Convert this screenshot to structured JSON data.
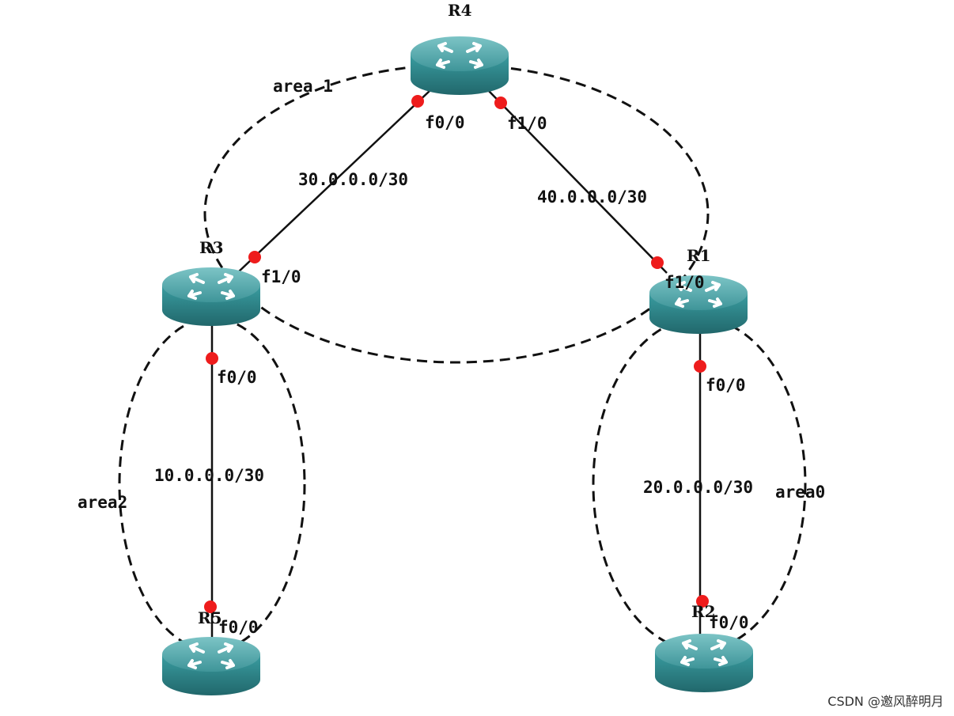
{
  "routers": {
    "r1": {
      "name": "R1"
    },
    "r2": {
      "name": "R2"
    },
    "r3": {
      "name": "R3"
    },
    "r4": {
      "name": "R4"
    },
    "r5": {
      "name": "R5"
    }
  },
  "links": {
    "r4_r3": {
      "subnet": "30.0.0.0/30",
      "port_a": "f0/0",
      "port_b": "f1/0"
    },
    "r4_r1": {
      "subnet": "40.0.0.0/30",
      "port_a": "f1/0",
      "port_b": "f1/0"
    },
    "r3_r5": {
      "subnet": "10.0.0.0/30",
      "port_a": "f0/0",
      "port_b": "f0/0"
    },
    "r1_r2": {
      "subnet": "20.0.0.0/30",
      "port_a": "f0/0",
      "port_b": "f0/0"
    }
  },
  "areas": {
    "area1": {
      "label": "area 1"
    },
    "area2": {
      "label": "area2"
    },
    "area0": {
      "label": "area0"
    }
  },
  "watermark": "CSDN @邀风醉明月",
  "colors": {
    "router_body": "#2f8a8f",
    "router_top": "#5fb2b4",
    "port_dot": "#ee1c1c"
  }
}
